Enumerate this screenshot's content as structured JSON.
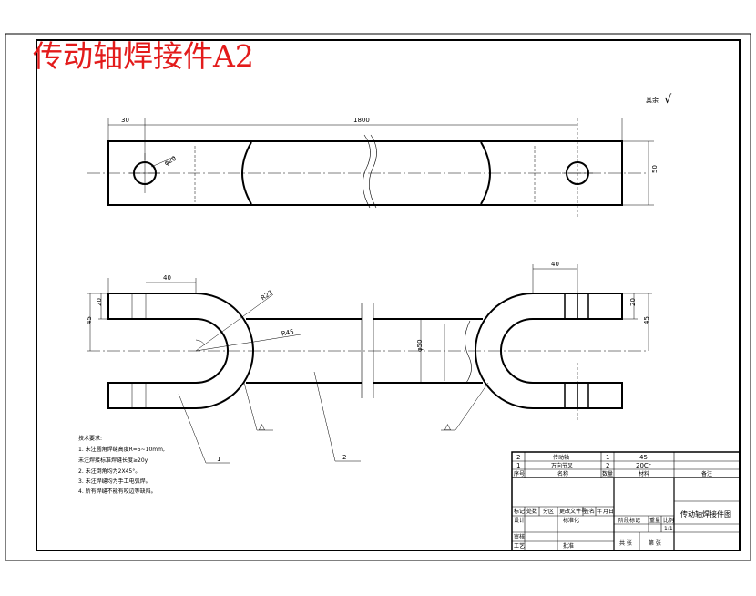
{
  "drawing": {
    "big_title": "传动轴焊接件A2",
    "surface_finish_note": "其余",
    "surface_finish_symbol": "√"
  },
  "top_view": {
    "dims": {
      "offset": "30",
      "length": "1800",
      "hole_dia": "φ20",
      "height": "50"
    }
  },
  "front_view": {
    "dims": {
      "left_width": "40",
      "right_width": "40",
      "left_thk": "20",
      "right_thk": "20",
      "left_opening": "45",
      "right_opening": "45",
      "radius_outer": "R23",
      "radius_inner": "R45",
      "shaft_dia": "φ50"
    },
    "weld_symbol": "△",
    "balloons": [
      "1",
      "2"
    ]
  },
  "notes": {
    "title": "技术要求:",
    "lines": [
      "1. 未注圆角焊缝高度R=5~10mm,",
      "   未注焊接标准焊缝长度≥20y",
      "2. 未注倒角均为2X45°。",
      "3. 未注焊缝均为手工电弧焊。",
      "4. 所有焊缝不能有咬边等缺陷。"
    ]
  },
  "title_block": {
    "parts": [
      {
        "no": "2",
        "name": "传动轴",
        "qty": "1",
        "material": "45"
      },
      {
        "no": "1",
        "name": "万向节叉",
        "qty": "2",
        "material": "20Cr"
      }
    ],
    "header": {
      "no": "序号",
      "name": "名称",
      "qty": "数量",
      "material": "材料",
      "remark": "备注"
    },
    "drawing_name": "传动轴焊接件图",
    "row_labels": [
      "标记",
      "处数",
      "分区",
      "更改文件号",
      "签名",
      "年",
      "月",
      "日"
    ],
    "designer": "设计",
    "standard": "标准化",
    "stage": "阶段标记",
    "weight": "重量",
    "scale": "比例",
    "scale_value": "1:1",
    "review": "审核",
    "process": "工艺",
    "approve": "批准",
    "sheet_total": "共 张",
    "sheet_no": "第 张"
  }
}
